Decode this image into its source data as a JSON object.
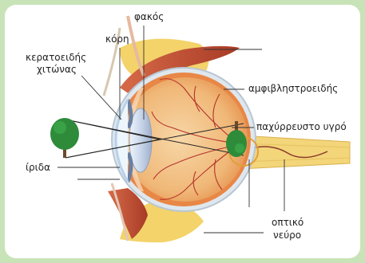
{
  "labels": {
    "lens": "φακός",
    "pupil": "κόρη",
    "cornea_line1": "κερατοειδής",
    "cornea_line2": "χιτώνας",
    "retina": "αμφιβληστροειδής",
    "vitreous": "παχύρρευστο υγρό",
    "iris": "ίριδα",
    "optic_line1": "οπτικό",
    "optic_line2": "νεύρο"
  },
  "colors": {
    "background": "#c9e3b8",
    "panel": "#ffffff",
    "tree": "#2e8b3a",
    "sclera": "#d9e3ea",
    "choroid": "#e07a38",
    "vitreous": "#f4c28c",
    "muscle": "#c8553a",
    "fat": "#f3d36a",
    "nerve": "#f1d070"
  }
}
